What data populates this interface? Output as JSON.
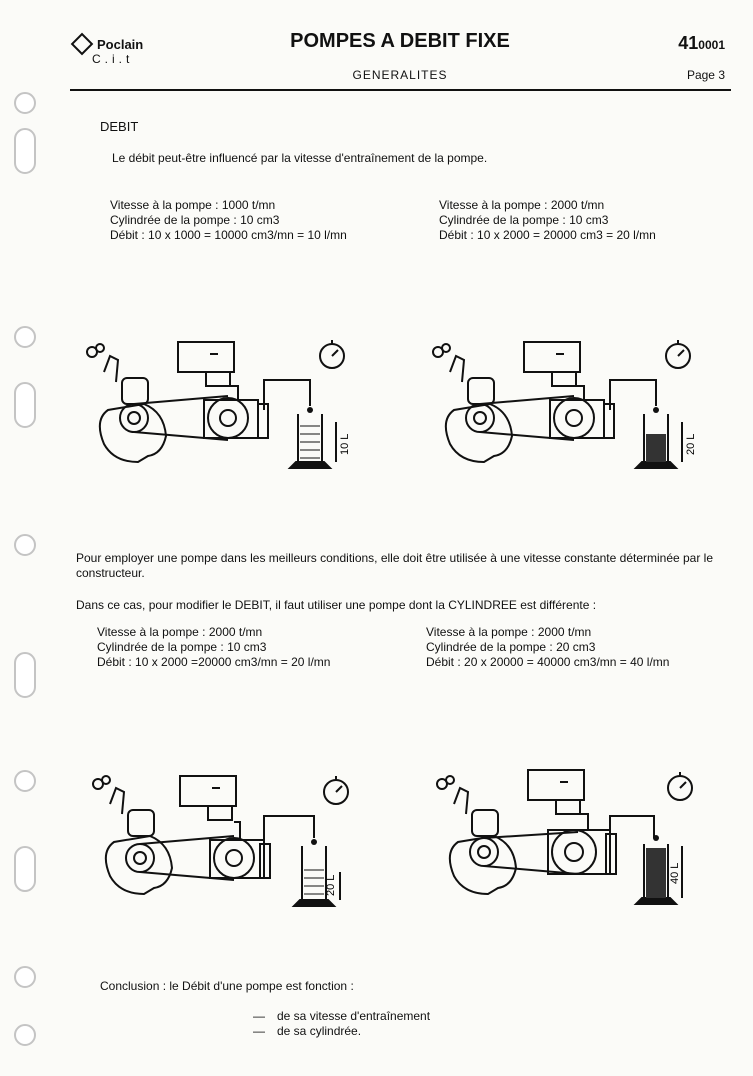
{
  "header": {
    "brand": "Poclain",
    "brand_sub": "C.i.t",
    "title": "POMPES A DEBIT FIXE",
    "subtitle": "GENERALITES",
    "doc_number_main": "41",
    "doc_number_sub": "0001",
    "page": "Page 3"
  },
  "section": {
    "heading": "DEBIT",
    "intro": "Le débit peut-être influencé par la vitesse d'entraînement de la pompe."
  },
  "example1": {
    "left": {
      "speed": "Vitesse à la pompe  :  1000 t/mn",
      "displacement": "Cylindrée de la pompe  :  10 cm3",
      "flow": "Débit  :  10 x 1000  =  10000 cm3/mn  =  10 l/mn"
    },
    "right": {
      "speed": "Vitesse à la pompe  :  2000 t/mn",
      "displacement": "Cylindrée de la pompe : 10 cm3",
      "flow": "Débit  :  10 x 2000  =  20000 cm3  =  20 l/mn"
    }
  },
  "figures": {
    "fig1_label": "10 L",
    "fig2_label": "20 L",
    "fig3_label": "20 L",
    "fig4_label": "40 L"
  },
  "paragraph1": "Pour employer une pompe dans les meilleurs conditions, elle doit être utilisée à une vitesse constante déterminée par le constructeur.",
  "paragraph2": {
    "before": "Dans ce cas, pour modifier le ",
    "term1": "DEBIT",
    "middle": ", il faut utiliser une pompe dont la ",
    "term2": "CYLINDREE",
    "after": " est différente :"
  },
  "example2": {
    "left": {
      "speed": "Vitesse à la pompe  :  2000 t/mn",
      "displacement": "Cylindrée de la pompe  :  10 cm3",
      "flow": "Débit  :  10 x 2000  =20000 cm3/mn  =  20 l/mn"
    },
    "right": {
      "speed": "Vitesse à la pompe  :  2000 t/mn",
      "displacement": "Cylindrée de la pompe  :  20 cm3",
      "flow": "Débit  :  20 x 20000  =  40000 cm3/mn  =  40 l/mn"
    }
  },
  "conclusion": {
    "text": "Conclusion  :  le Débit d'une pompe est fonction :",
    "items": [
      "de sa vitesse d'entraînement",
      "de sa cylindrée."
    ],
    "bullet": "—"
  }
}
